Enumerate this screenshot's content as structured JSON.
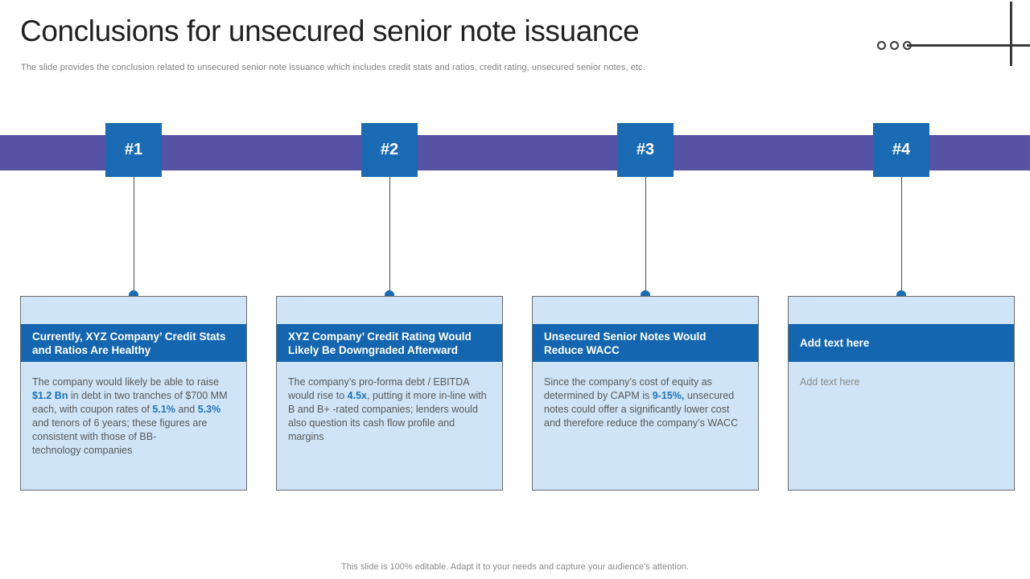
{
  "header": {
    "title": "Conclusions for unsecured senior note issuance",
    "subtitle": "The slide provides the conclusion related to unsecured senior note issuance which includes credit stats and ratios, credit rating, unsecured senior notes, etc."
  },
  "timeline": {
    "markers": [
      {
        "label": "#1"
      },
      {
        "label": "#2"
      },
      {
        "label": "#3"
      },
      {
        "label": "#4"
      }
    ]
  },
  "cards": [
    {
      "header": "Currently, XYZ Company’ Credit Stats and Ratios Are Healthy",
      "segments": [
        {
          "text": "The company would likely be able to raise "
        },
        {
          "text": "$1.2 Bn",
          "bold": true
        },
        {
          "text": " in debt in two tranches of $700 MM each, with coupon rates of "
        },
        {
          "text": "5.1%",
          "bold": true
        },
        {
          "text": " and "
        },
        {
          "text": "5.3%",
          "bold": true
        },
        {
          "text": " and tenors of 6 years; these figures are consistent with those of BB-\ntechnology companies"
        }
      ]
    },
    {
      "header": "XYZ Company’ Credit Rating Would Likely Be Downgraded Afterward",
      "segments": [
        {
          "text": "The company’s pro-forma debt / EBITDA would rise to "
        },
        {
          "text": "4.5x",
          "bold": true
        },
        {
          "text": ", putting it more in-line with B and B+ -rated companies; lenders would also question its cash flow profile and margins"
        }
      ]
    },
    {
      "header": "Unsecured Senior Notes Would Reduce WACC",
      "segments": [
        {
          "text": "Since the company’s cost of equity as determined by CAPM is "
        },
        {
          "text": "9-15%,",
          "bold": true
        },
        {
          "text": " unsecured notes could offer a significantly lower cost and therefore reduce the company’s WACC"
        }
      ]
    },
    {
      "header": "Add text here",
      "segments": [
        {
          "text": "Add text here",
          "muted": true
        }
      ]
    }
  ],
  "footer": {
    "note": "This slide is 100% editable. Adapt it to your needs and capture your audience's attention."
  },
  "colors": {
    "purple_band": "#5852a5",
    "marker_blue": "#1a6ab4",
    "card_header_blue": "#1566b0",
    "card_bg": "#cfe4f6",
    "highlight_blue": "#1e73be"
  }
}
